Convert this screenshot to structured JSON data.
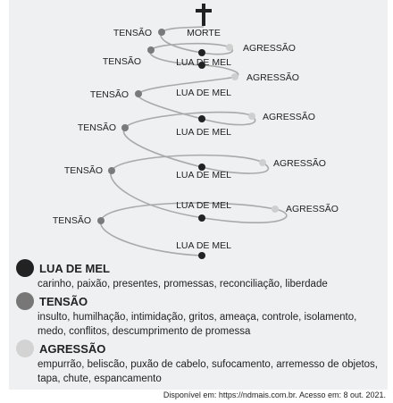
{
  "diagram": {
    "top_label": "MORTE",
    "spiral": [
      {
        "tensao": "TENSÃO",
        "lua_de_mel": "LUA DE MEL",
        "agressao": "AGRESSÃO"
      },
      {
        "tensao": "TENSÃO",
        "lua_de_mel": "LUA DE MEL",
        "agressao": "AGRESSÃO"
      },
      {
        "tensao": "TENSÃO",
        "lua_de_mel": "LUA DE MEL",
        "agressao": "AGRESSÃO"
      },
      {
        "tensao": "TENSÃO",
        "lua_de_mel": "LUA DE MEL",
        "agressao": "AGRESSÃO"
      },
      {
        "tensao": "TENSÃO",
        "lua_de_mel": "LUA DE MEL",
        "agressao": "AGRESSÃO"
      },
      {
        "tensao": "TENSÃO",
        "lua_de_mel": "LUA DE MEL"
      }
    ],
    "colors": {
      "lua_de_mel": "#222222",
      "tensao": "#7a7a7a",
      "agressao": "#cfcfcf",
      "line": "#a9a9a9"
    }
  },
  "legend": [
    {
      "title": "LUA DE MEL",
      "description": "carinho, paixão, presentes, promessas, reconciliação, liberdade",
      "color": "#222222"
    },
    {
      "title": "TENSÃO",
      "description": "insulto, humilhação, intimidação, gritos, ameaça, controle, isolamento, medo, conflitos, descumprimento de promessa",
      "color": "#777777"
    },
    {
      "title": "AGRESSÃO",
      "description": "empurrão, beliscão, puxão de cabelo, sufocamento, arremesso de objetos, tapa, chute, espancamento",
      "color": "#d3d3d3"
    }
  ],
  "source": "Disponível em: https://ndmais.com.br. Acesso em: 8 out. 2021."
}
